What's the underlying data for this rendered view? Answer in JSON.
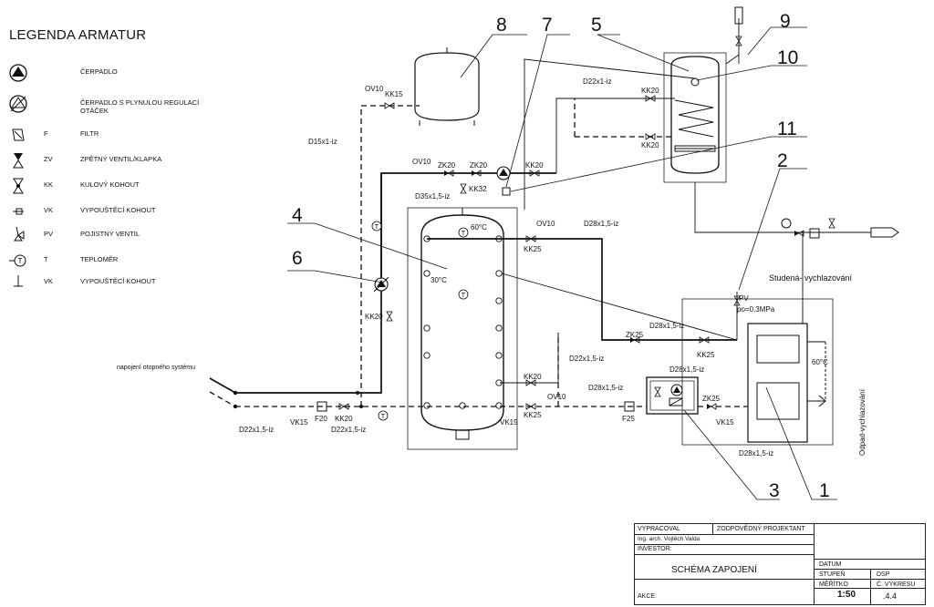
{
  "legend": {
    "title": "LEGENDA ARMATUR",
    "items": [
      {
        "icon": "pump-icon",
        "abbr": "",
        "desc": "ČERPADLO"
      },
      {
        "icon": "variable-speed-pump-icon",
        "abbr": "",
        "desc": "ČERPADLO S PLYNULOU REGULACÍ OTÁČEK"
      },
      {
        "icon": "filter-icon",
        "abbr": "F",
        "desc": "FILTR"
      },
      {
        "icon": "check-valve-icon",
        "abbr": "ZV",
        "desc": "ZPĚTNÝ VENTIL/KLAPKA"
      },
      {
        "icon": "ball-valve-icon",
        "abbr": "KK",
        "desc": "KULOVÝ KOHOUT"
      },
      {
        "icon": "drain-valve-icon",
        "abbr": "VK",
        "desc": "VYPOUŠTĚCÍ KOHOUT"
      },
      {
        "icon": "safety-valve-icon",
        "abbr": "PV",
        "desc": "POJISTNÝ VENTIL"
      },
      {
        "icon": "thermometer-icon",
        "abbr": "T",
        "desc": "TEPLOMĚR"
      },
      {
        "icon": "drain-tap-icon",
        "abbr": "VK",
        "desc": "VYPOUŠTĚCÍ KOHOUT"
      }
    ]
  },
  "callouts": [
    "8",
    "7",
    "5",
    "9",
    "10",
    "11",
    "2",
    "4",
    "6",
    "3",
    "1"
  ],
  "labels": {
    "ov10_top": "OV10",
    "kk15": "KK15",
    "d15": "D15x1-iz",
    "ov10_mid": "OV10",
    "zk20_a": "ZK20",
    "zk20_b": "ZK20",
    "kk20_pump": "KK20",
    "kk32": "KK32",
    "d22_top": "D22x1-iz",
    "kk20_coil1": "KK20",
    "kk20_coil2": "KK20",
    "d35": "D35x1,5-iz",
    "t60": "60°C",
    "ov10_r": "OV10",
    "d28_top": "D28x1,5-iz",
    "kk25_a": "KK25",
    "t30": "30°C",
    "kk20_left": "KK20",
    "pv": "PV",
    "pv_pressure": "po=0,3MPa",
    "cold_water": "Studená- vychlazování",
    "zk25_a": "ZK25",
    "d28_mid": "D28x1,5-iz",
    "kk25_b": "KK25",
    "d22_mid": "D22x1,5-iz",
    "d28_boiler": "D28x1,5-iz",
    "kk20_r": "KK20",
    "d28_right": "D28x1,5-iz",
    "ov10_b": "OV10",
    "kk25_c": "KK25",
    "vk15_tank": "VK15",
    "f25": "F25",
    "zk25_b": "ZK25",
    "vk15_r": "VK15",
    "t60_boiler": "60°C",
    "waste": "Odpad-vychlazování",
    "d28_bottom": "D28x1,5-iz",
    "heating_connection": "napojení otopného systému",
    "d22_bl": "D22x1,5-iz",
    "vk15_l": "VK15",
    "f20": "F20",
    "kk20_bl": "KK20",
    "d22_bl2": "D22x1,5-iz"
  },
  "title_block": {
    "drawn_by_label": "VYPRACOVAL",
    "responsible_label": "ZODPOVĚDNÝ PROJEKTANT",
    "drawn_by": "Ing. arch. Vojtěch Valda",
    "investor_label": "INVESTOR:",
    "drawing_title": "SCHÉMA ZAPOJENÍ",
    "action_label": "AKCE:",
    "date_label": "DATUM",
    "stage_label": "STUPEŇ",
    "stage": "DSP",
    "scale_label": "MĚŘÍTKO",
    "scale": "1:50",
    "sheet_label": "Č. VÝKRESU",
    "sheet": ".4.4"
  }
}
